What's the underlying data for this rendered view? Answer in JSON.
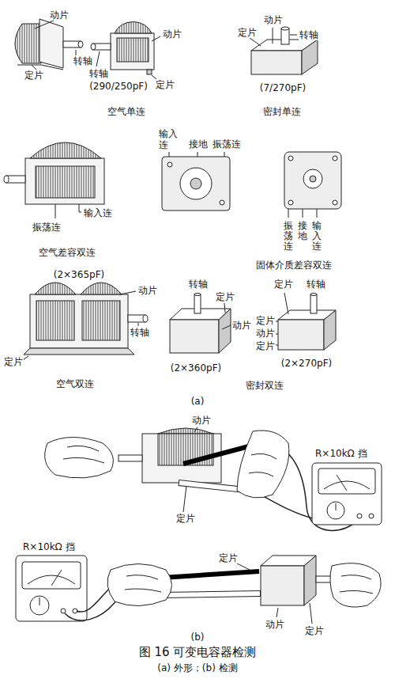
{
  "diagram": {
    "caption": "图 16 可变电容器检测",
    "labels": [
      "动片",
      "转轴",
      "定片",
      "动片",
      "转轴",
      "(290/250pF)",
      "定片",
      "空气单连",
      "定片",
      "动片",
      "转轴",
      "(7/270pF)",
      "密封单连",
      "振荡连",
      "输入连",
      "空气差容双连",
      "输入连",
      "接地",
      "振荡连",
      "振荡连",
      "接地",
      "输入连",
      "固体介质差容双连",
      "(2×365pF)",
      "动片",
      "转轴",
      "定片",
      "空气双连",
      "转轴",
      "定片",
      "动片",
      "(2×360pF)",
      "定片",
      "转轴",
      "定片",
      "动片",
      "定片",
      "(2×270pF)",
      "密封双连",
      "(a)",
      "动片",
      "R×10kΩ 挡",
      "定片",
      "R×10kΩ 挡",
      "定片",
      "动片",
      "定片",
      "(b)",
      "(a) 外形；(b) 检测"
    ]
  }
}
